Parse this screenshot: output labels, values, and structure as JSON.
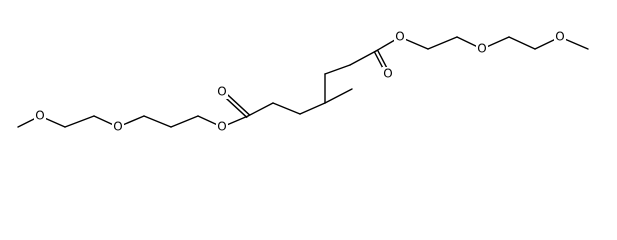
{
  "structure": {
    "atoms": {
      "o1": "O",
      "o2": "O",
      "o3": "O",
      "o4": "O",
      "o5": "O",
      "o6": "O",
      "o7": "O",
      "o8": "O"
    }
  },
  "colors": {
    "bond": "#000000",
    "background": "#ffffff",
    "text": "#000000"
  }
}
